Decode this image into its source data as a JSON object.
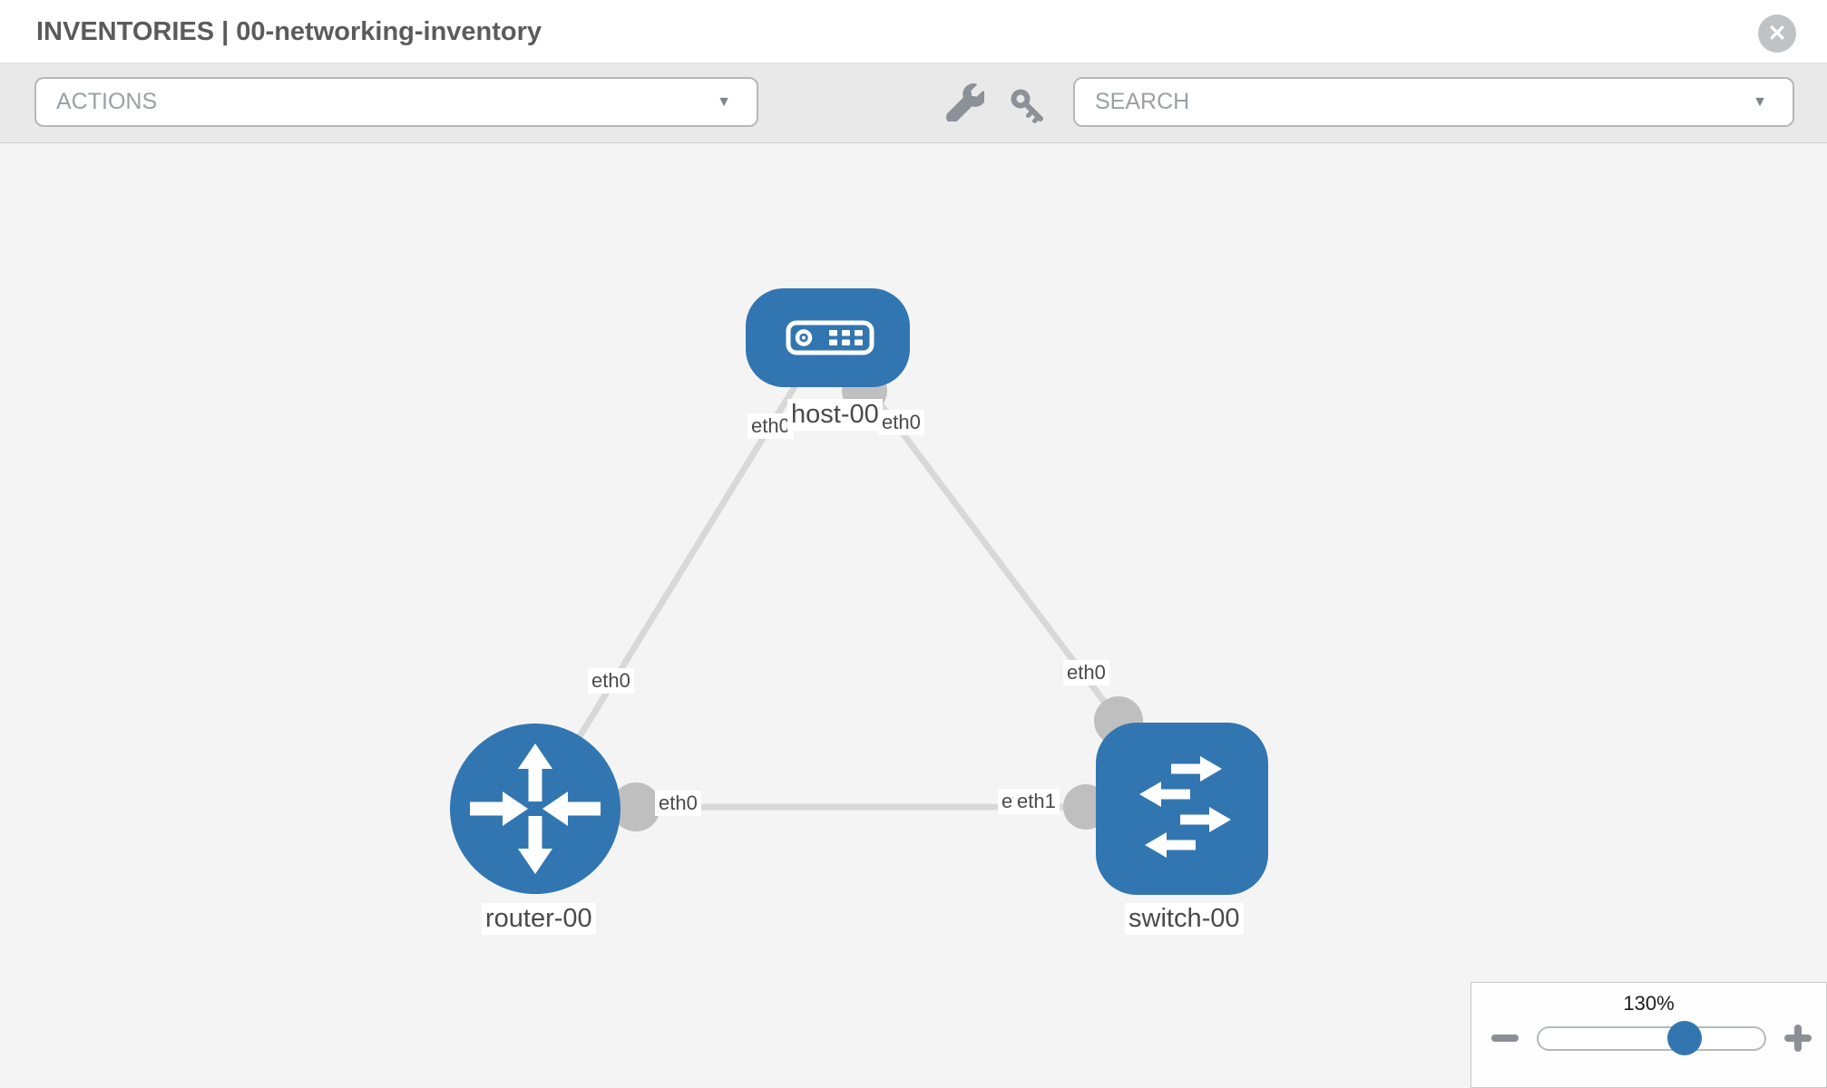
{
  "header": {
    "title": "INVENTORIES | 00-networking-inventory",
    "close_glyph": "✕"
  },
  "toolbar": {
    "actions": {
      "label": "ACTIONS",
      "caret": "▼"
    },
    "search": {
      "placeholder": "SEARCH",
      "caret": "▼"
    },
    "icons": [
      "wrench-icon",
      "key-icon"
    ]
  },
  "topology": {
    "nodes": [
      {
        "id": "host-00",
        "type": "host",
        "label": "host-00"
      },
      {
        "id": "router-00",
        "type": "router",
        "label": "router-00"
      },
      {
        "id": "switch-00",
        "type": "switch",
        "label": "switch-00"
      }
    ],
    "links": [
      {
        "from": "router-00",
        "to": "host-00",
        "from_iface": "eth0",
        "to_iface": "eth0"
      },
      {
        "from": "host-00",
        "to": "switch-00",
        "from_iface": "eth0",
        "to_iface": "eth0"
      },
      {
        "from": "router-00",
        "to": "switch-00",
        "from_iface": "eth0",
        "to_iface": "eth1",
        "overlap_iface": "eth0"
      }
    ]
  },
  "zoom_control": {
    "value": "130%"
  },
  "colors": {
    "node_blue": "#3276b1",
    "link_gray": "#d8d8d8",
    "port_gray": "#bfbfbf",
    "canvas_bg": "#f4f4f4"
  }
}
